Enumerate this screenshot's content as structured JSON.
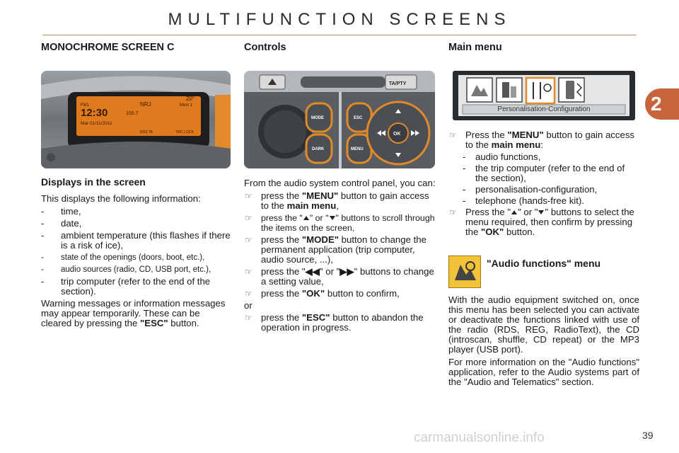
{
  "page": {
    "title": "MULTIFUNCTION SCREENS",
    "chapter": "2",
    "number": "39",
    "watermark": "carmanualsonline.info"
  },
  "col1": {
    "heading": "MONOCHROME SCREEN C",
    "display": {
      "clock": "12:30",
      "date": "Mar 01/11/2011",
      "temp": "20°",
      "station": "NRJ",
      "fm": "FM1",
      "mem": "Mem 1",
      "freq": "100.7",
      "rds": "RDS TA",
      "tmc": "TMC LOCK"
    },
    "section_heading": "Displays in the screen",
    "intro": "This displays the following information:",
    "items": [
      "time,",
      "date,",
      "ambient temperature (this flashes if there is a risk of ice),",
      "state of the openings (doors, boot, etc.),",
      "audio sources (radio, CD, USB port, etc.),",
      "trip computer (refer to the end of the section)."
    ],
    "warning_text": "Warning messages or information messages may appear temporarily. These can be cleared by pressing the ",
    "warning_bold": "\"ESC\"",
    "warning_end": " button."
  },
  "col2": {
    "heading": "Controls",
    "panel": {
      "ta": "TA/PTY",
      "mode": "MODE",
      "dark": "DARK",
      "esc": "ESC",
      "menu": "MENU",
      "ok": "OK"
    },
    "intro": "From the audio system control panel, you can:",
    "b1_pre": "press the ",
    "b1_bold": "\"MENU\"",
    "b1_mid": " button to gain access to the ",
    "b1_bold2": "main menu",
    "b1_end": ",",
    "b2_pre": "press the \"",
    "b2_mid": "\" or \"",
    "b2_end": "\" buttons to scroll through the items on the screen,",
    "b3_pre": "press the ",
    "b3_bold": "\"MODE\"",
    "b3_end": " button to change the permanent application (trip computer, audio source, ...),",
    "b4_pre": "press the \"",
    "b4_mid": "\" or \"",
    "b4_end": "\" buttons to change a setting value,",
    "b5_pre": "press the ",
    "b5_bold": "\"OK\"",
    "b5_end": " button to confirm,",
    "or": "or",
    "b6_pre": "press the ",
    "b6_bold": "\"ESC\"",
    "b6_end": " button to abandon the operation in progress."
  },
  "col3": {
    "heading": "Main menu",
    "screen_label": "Personalisation-Configuration",
    "m1_pre": "Press the ",
    "m1_bold": "\"MENU\"",
    "m1_mid": " button to gain access to the ",
    "m1_bold2": "main menu",
    "m1_end": ":",
    "subitems": [
      "audio functions,",
      "the trip computer (refer to the end of the section),",
      "personalisation-configuration,",
      "telephone (hands-free kit)."
    ],
    "m2_pre": "Press the \"",
    "m2_mid": "\" or \"",
    "m2_end": "\" buttons to select the menu required, then confirm by pressing the ",
    "m2_bold": "\"OK\"",
    "m2_end2": " button.",
    "audio_heading": "\"Audio functions\" menu",
    "audio_p1": "With the audio equipment switched on, once this menu has been selected you can activate or deactivate the functions linked with use of the radio (RDS, REG, RadioText), the CD (introscan, shuffle, CD repeat) or the MP3 player (USB port).",
    "audio_p2": "For more information on the \"Audio functions\" application, refer to the Audio systems part of the \"Audio and Telematics\" section."
  }
}
